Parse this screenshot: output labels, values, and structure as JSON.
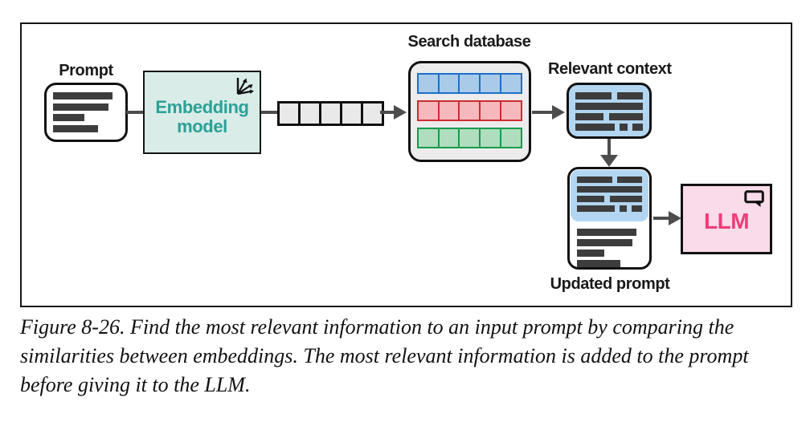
{
  "diagram": {
    "prompt_label": "Prompt",
    "embedding_model_label": "Embedding model",
    "search_database_label": "Search database",
    "relevant_context_label": "Relevant context",
    "updated_prompt_label": "Updated prompt",
    "llm_label": "LLM",
    "vector_cells": 5,
    "database_rows": [
      {
        "color_name": "blue",
        "cells": 5
      },
      {
        "color_name": "red",
        "cells": 5
      },
      {
        "color_name": "green",
        "cells": 5
      }
    ],
    "icons": [
      "document-icon",
      "vector-axes-icon",
      "embedding-vector-icon",
      "speech-bubble-icon"
    ]
  },
  "caption": {
    "lines": [
      "Figure 8-26. Find the most relevant information to an input prompt by comparing the",
      "similarities between embeddings. The most relevant information is added to the prompt",
      "before giving it to the LLM."
    ]
  },
  "colors": {
    "embedding_box_fill": "#d9ece8",
    "embedding_text": "#2aa197",
    "database_fill": "#ececec",
    "blue_cell_fill": "#a9cbe9",
    "blue_cell_border": "#1c6fc7",
    "red_cell_fill": "#f5b9bd",
    "red_cell_border": "#ce2b33",
    "green_cell_fill": "#afddbe",
    "green_cell_border": "#149b4d",
    "context_doc_fill": "#b2d6f1",
    "text_bar": "#3d3d3d",
    "llm_box_fill": "#fadbe9",
    "llm_text": "#ee3d7a",
    "arrow": "#4d4d4d",
    "vector_cell_fill": "#e9e9e9",
    "outline": "#111111"
  }
}
